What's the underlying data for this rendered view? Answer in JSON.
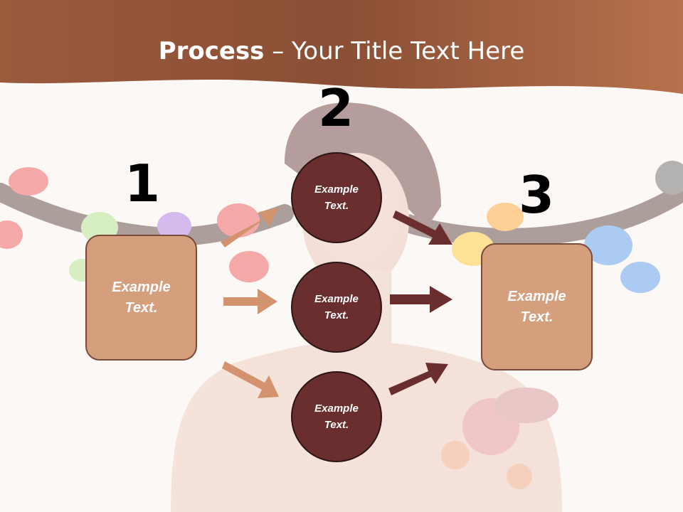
{
  "title": {
    "bold": "Process",
    "rest": " – Your Title Text Here"
  },
  "steps": [
    {
      "number": "1"
    },
    {
      "number": "2"
    },
    {
      "number": "3"
    }
  ],
  "left_box": {
    "line1": "Example",
    "line2": "Text."
  },
  "right_box": {
    "line1": "Example",
    "line2": "Text."
  },
  "circles": [
    {
      "line1": "Example",
      "line2": "Text."
    },
    {
      "line1": "Example",
      "line2": "Text."
    },
    {
      "line1": "Example",
      "line2": "Text."
    }
  ],
  "colors": {
    "header": "#b8714c",
    "box_fill": "#d59f7e",
    "circle_fill": "#6a2e2f",
    "arrow_light": "#d3936f",
    "arrow_dark": "#6a2e2f"
  }
}
